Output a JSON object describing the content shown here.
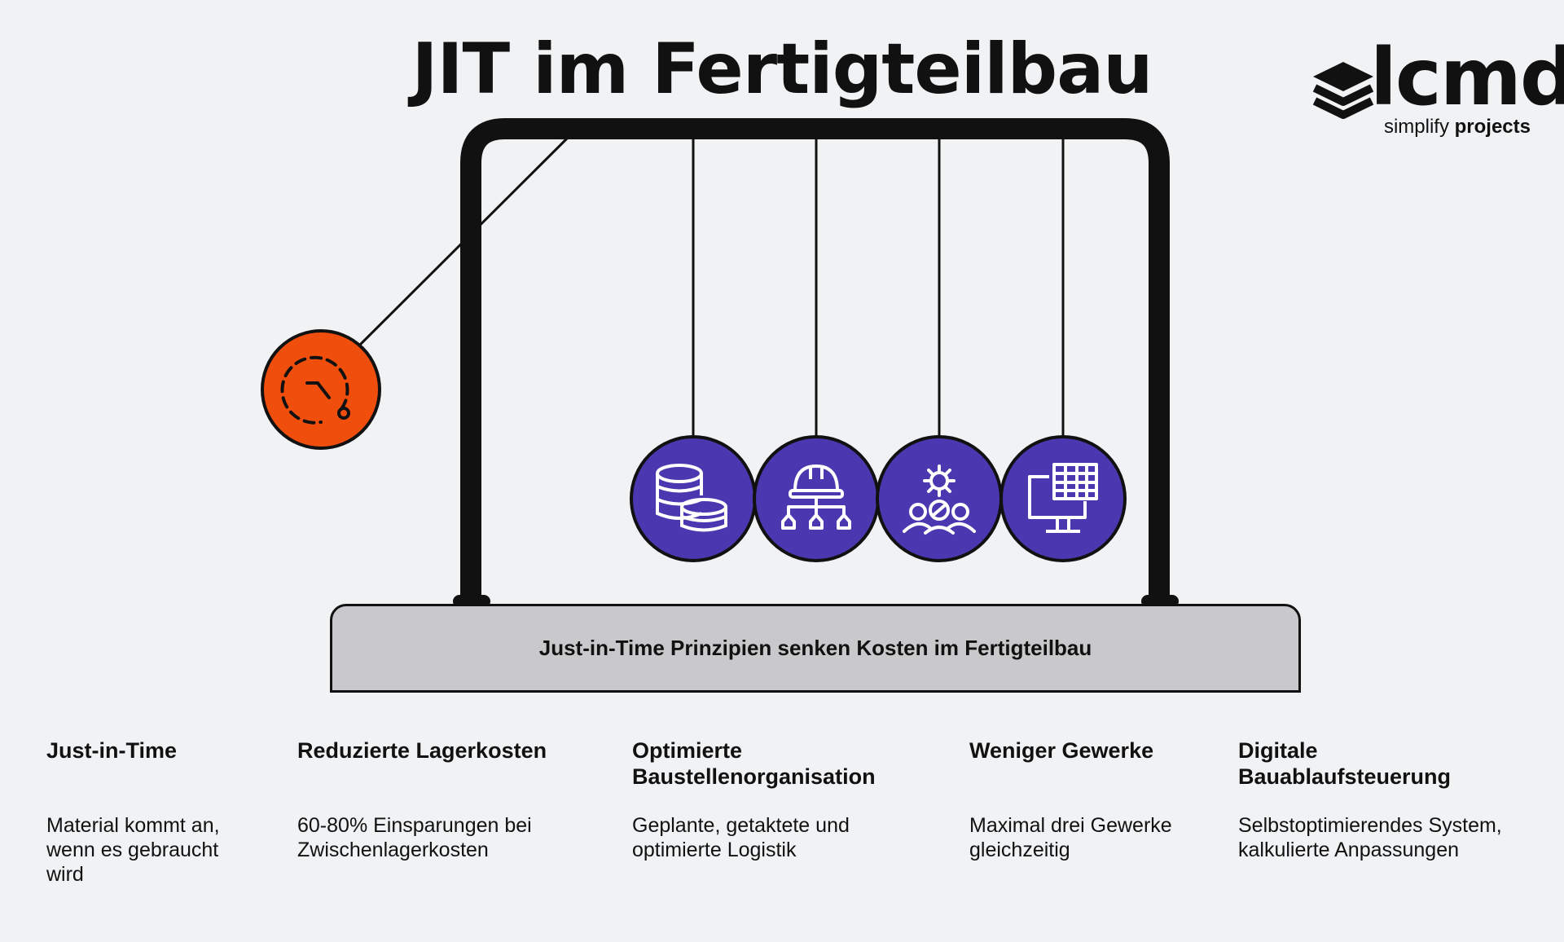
{
  "title": "JIT im Fertigteilbau",
  "logo": {
    "wordmark": "lcmd",
    "tagline_regular": "simplify",
    "tagline_bold": "projects",
    "icon": "stacked-layers-icon"
  },
  "base_label": "Just-in-Time Prinzipien senken Kosten im Fertigteilbau",
  "balls": [
    {
      "icon": "clock-icon",
      "color": "#f04e0c"
    },
    {
      "icon": "database-coins-icon",
      "color": "#4b37b0"
    },
    {
      "icon": "helmet-hierarchy-icon",
      "color": "#4b37b0"
    },
    {
      "icon": "team-gear-icon",
      "color": "#4b37b0"
    },
    {
      "icon": "monitor-spreadsheet-icon",
      "color": "#4b37b0"
    }
  ],
  "columns": [
    {
      "heading": "Just-in-Time",
      "text": "Material kommt an, wenn es gebraucht wird"
    },
    {
      "heading": "Reduzierte Lagerkosten",
      "text": "60-80% Einsparungen bei Zwischenlagerkosten"
    },
    {
      "heading": "Optimierte Baustellenorganisation",
      "text": "Geplante, getaktete und optimierte Logistik"
    },
    {
      "heading": "Weniger Gewerke",
      "text": "Maximal drei Gewerke gleichzeitig"
    },
    {
      "heading": "Digitale Bauablaufsteuerung",
      "text": "Selbstoptimierendes System, kalkulierte Anpassungen"
    }
  ]
}
